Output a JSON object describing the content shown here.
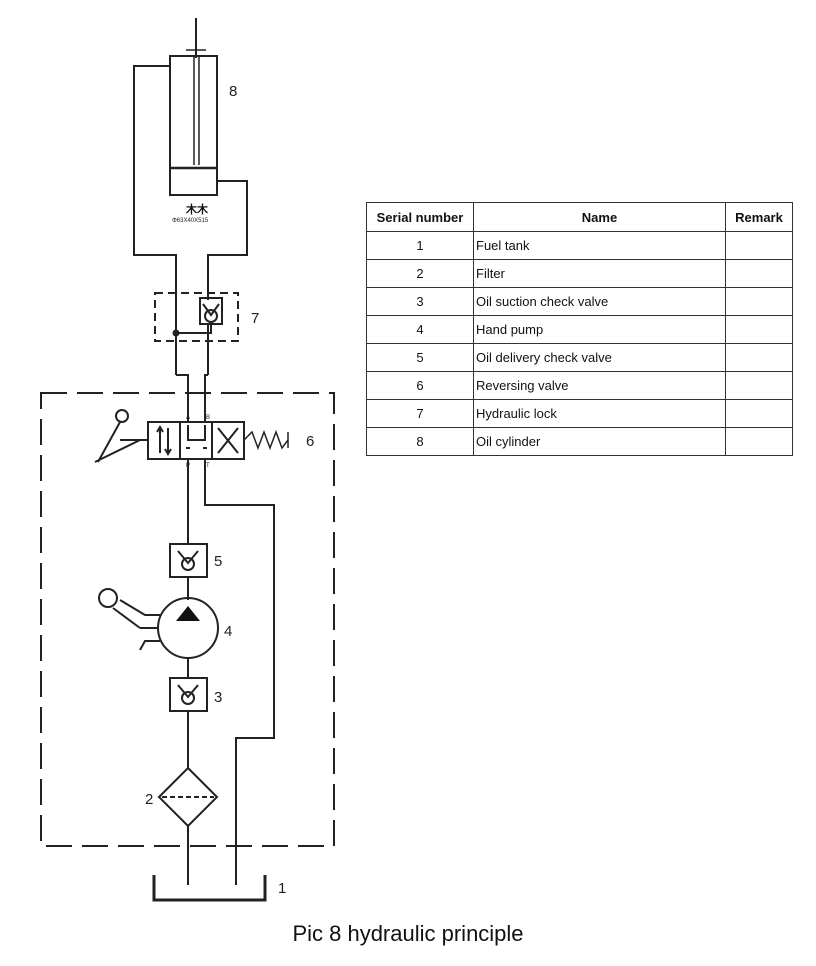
{
  "diagram": {
    "labels": {
      "tank": "1",
      "filter": "2",
      "suction_valve": "3",
      "hand_pump": "4",
      "delivery_valve": "5",
      "reversing_valve": "6",
      "hydraulic_lock": "7",
      "cylinder": "8"
    },
    "cylinder_spec": "Φ63X40X515",
    "port_letters": {
      "a": "A",
      "b": "B",
      "p": "P",
      "t": "T"
    }
  },
  "table": {
    "headers": [
      "Serial number",
      "Name",
      "Remark"
    ],
    "rows": [
      {
        "num": "1",
        "name": "Fuel tank",
        "remark": ""
      },
      {
        "num": "2",
        "name": "Filter",
        "remark": ""
      },
      {
        "num": "3",
        "name": "Oil suction check valve",
        "remark": ""
      },
      {
        "num": "4",
        "name": "Hand pump",
        "remark": ""
      },
      {
        "num": "5",
        "name": "Oil delivery check valve",
        "remark": ""
      },
      {
        "num": "6",
        "name": "Reversing valve",
        "remark": ""
      },
      {
        "num": "7",
        "name": "Hydraulic lock",
        "remark": ""
      },
      {
        "num": "8",
        "name": "Oil cylinder",
        "remark": ""
      }
    ]
  },
  "caption": "Pic 8 hydraulic principle"
}
